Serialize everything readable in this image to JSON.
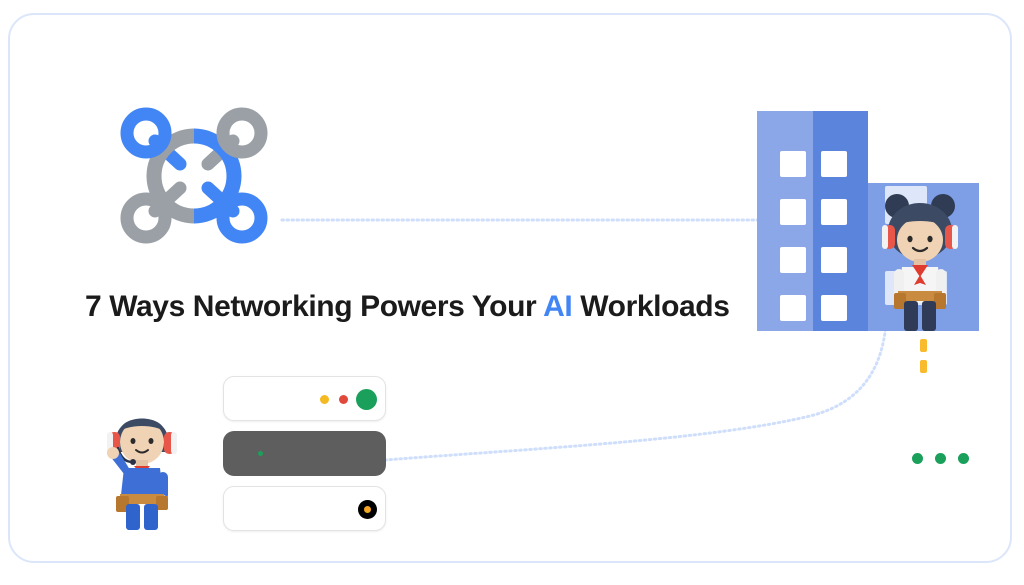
{
  "page": {
    "background_color": "#ffffff",
    "frame": {
      "border_color": "#dce6fa",
      "corner_radius": "26px"
    }
  },
  "headline": {
    "full_text": "7 Ways Networking Powers Your AI Workloads",
    "before_accent": "7 Ways Networking Powers Your ",
    "accent": "AI",
    "after_accent": " Workloads",
    "color": "#1b1b1b",
    "accent_color": "#4285f4"
  },
  "icons": {
    "hub": {
      "name": "network-hub-icon",
      "blue": "#4285f4",
      "gray": "#9aa0a6",
      "nodes": [
        {
          "position": "top-left",
          "color": "#4285f4"
        },
        {
          "position": "top-right",
          "color": "#9aa0a6"
        },
        {
          "position": "bottom-left",
          "color": "#9aa0a6"
        },
        {
          "position": "bottom-right",
          "color": "#4285f4"
        }
      ]
    }
  },
  "building": {
    "name": "office-building-illustration",
    "tower_light_color": "#8ba7e8",
    "tower_dark_color": "#5b84dc",
    "wing_color": "#7e9fe6",
    "window_color": "#ffffff",
    "window_columns": 2,
    "window_rows": 4
  },
  "server_rack": {
    "name": "server-rack-illustration",
    "units": [
      {
        "id": "top-unit",
        "style": "light",
        "leds": [
          {
            "name": "amber-led",
            "color": "#f5b921",
            "size": 9
          },
          {
            "name": "red-led",
            "color": "#e3483d",
            "size": 9
          },
          {
            "name": "green-led",
            "color": "#1ba05c",
            "size": 21
          }
        ]
      },
      {
        "id": "middle-unit",
        "style": "dark",
        "background": "#5e5e5e",
        "leds": [
          {
            "name": "green-led",
            "color": "#1ba05c",
            "size": 5
          }
        ]
      },
      {
        "id": "bottom-unit",
        "style": "light",
        "leds": [
          {
            "name": "power-led",
            "color": "#000000",
            "inner_color": "#f5a623",
            "size": 19
          }
        ]
      }
    ]
  },
  "status_indicators": {
    "amber_dashes": 2,
    "amber_color": "#f9bb2d",
    "green_dots": 3,
    "green_color": "#1ba05c"
  },
  "connectors": {
    "color": "#cfdffb",
    "lines": [
      {
        "name": "hub-to-building-line",
        "style": "dotted-horizontal"
      },
      {
        "name": "server-to-building-line",
        "style": "dotted-curve"
      }
    ]
  },
  "characters": [
    {
      "name": "engineer-avatar-building",
      "hair_color": "#3c4a63",
      "headphone_color": "#e8564a",
      "skin_color": "#f0d2b4",
      "shirt_color": "#f5f5f5",
      "tie_color": "#e03b2f",
      "belt_color": "#c98b3f",
      "pants_color": "#2f3b57",
      "hairstyle": "twin-buns"
    },
    {
      "name": "technician-avatar-server",
      "hair_color": "#3c4a63",
      "headphone_color": "#e8564a",
      "skin_color": "#f0d2b4",
      "shirt_color": "#3d6fd6",
      "tie_color": "#e03b2f",
      "belt_color": "#c98b3f",
      "pants_color": "#2f64cd",
      "hairstyle": "short-helmet"
    }
  ]
}
